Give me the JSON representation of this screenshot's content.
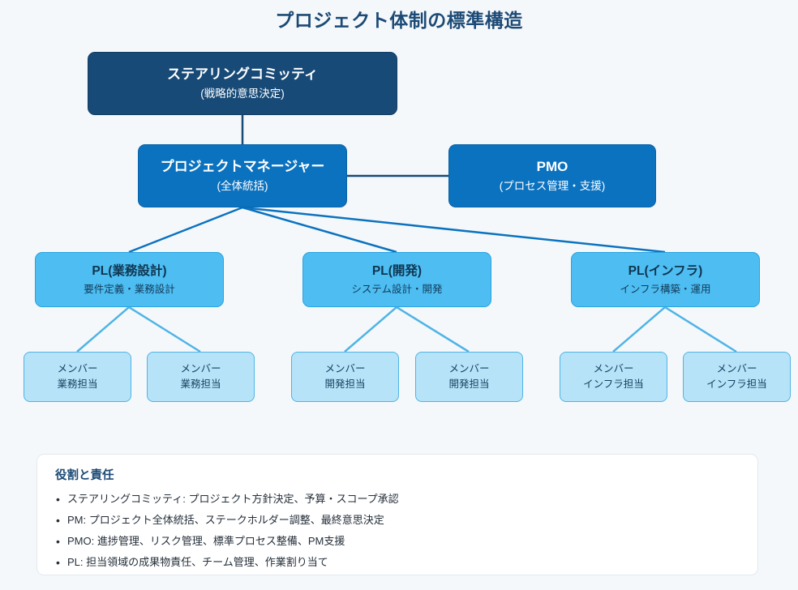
{
  "title": "プロジェクト体制の標準構造",
  "colors": {
    "page_background": "#f5f8fa",
    "title": "#1c4a76",
    "level1_fill": "#174a77",
    "level2_fill": "#0b72c0",
    "level3_fill": "#4dbdf2",
    "level4_fill": "#b6e3f8",
    "edge_dark": "#174a77",
    "edge_mid": "#0b72c0",
    "edge_light": "#4fb4e6",
    "card_background": "#ffffff"
  },
  "chart_data": {
    "type": "diagram",
    "title": "プロジェクト体制の標準構造",
    "nodes": [
      {
        "id": "steering",
        "level": 1,
        "title": "ステアリングコミッティ",
        "subtitle": "(戦略的意思決定)"
      },
      {
        "id": "pm",
        "level": 2,
        "title": "プロジェクトマネージャー",
        "subtitle": "(全体統括)"
      },
      {
        "id": "pmo",
        "level": 2,
        "title": "PMO",
        "subtitle": "(プロセス管理・支援)"
      },
      {
        "id": "pl_biz",
        "level": 3,
        "title": "PL(業務設計)",
        "subtitle": "要件定義・業務設計"
      },
      {
        "id": "pl_dev",
        "level": 3,
        "title": "PL(開発)",
        "subtitle": "システム設計・開発"
      },
      {
        "id": "pl_infra",
        "level": 3,
        "title": "PL(インフラ)",
        "subtitle": "インフラ構築・運用"
      },
      {
        "id": "m_biz_1",
        "level": 4,
        "title": "メンバー",
        "subtitle": "業務担当"
      },
      {
        "id": "m_biz_2",
        "level": 4,
        "title": "メンバー",
        "subtitle": "業務担当"
      },
      {
        "id": "m_dev_1",
        "level": 4,
        "title": "メンバー",
        "subtitle": "開発担当"
      },
      {
        "id": "m_dev_2",
        "level": 4,
        "title": "メンバー",
        "subtitle": "開発担当"
      },
      {
        "id": "m_inf_1",
        "level": 4,
        "title": "メンバー",
        "subtitle": "インフラ担当"
      },
      {
        "id": "m_inf_2",
        "level": 4,
        "title": "メンバー",
        "subtitle": "インフラ担当"
      }
    ],
    "edges": [
      {
        "from": "steering",
        "to": "pm"
      },
      {
        "from": "pm",
        "to": "pmo"
      },
      {
        "from": "pm",
        "to": "pl_biz"
      },
      {
        "from": "pm",
        "to": "pl_dev"
      },
      {
        "from": "pm",
        "to": "pl_infra"
      },
      {
        "from": "pl_biz",
        "to": "m_biz_1"
      },
      {
        "from": "pl_biz",
        "to": "m_biz_2"
      },
      {
        "from": "pl_dev",
        "to": "m_dev_1"
      },
      {
        "from": "pl_dev",
        "to": "m_dev_2"
      },
      {
        "from": "pl_infra",
        "to": "m_inf_1"
      },
      {
        "from": "pl_infra",
        "to": "m_inf_2"
      }
    ]
  },
  "nodes": {
    "steering": {
      "title": "ステアリングコミッティ",
      "subtitle": "(戦略的意思決定)"
    },
    "pm": {
      "title": "プロジェクトマネージャー",
      "subtitle": "(全体統括)"
    },
    "pmo": {
      "title": "PMO",
      "subtitle": "(プロセス管理・支援)"
    },
    "pl_biz": {
      "title": "PL(業務設計)",
      "subtitle": "要件定義・業務設計"
    },
    "pl_dev": {
      "title": "PL(開発)",
      "subtitle": "システム設計・開発"
    },
    "pl_infra": {
      "title": "PL(インフラ)",
      "subtitle": "インフラ構築・運用"
    },
    "m_biz_1": {
      "title": "メンバー",
      "subtitle": "業務担当"
    },
    "m_biz_2": {
      "title": "メンバー",
      "subtitle": "業務担当"
    },
    "m_dev_1": {
      "title": "メンバー",
      "subtitle": "開発担当"
    },
    "m_dev_2": {
      "title": "メンバー",
      "subtitle": "開発担当"
    },
    "m_inf_1": {
      "title": "メンバー",
      "subtitle": "インフラ担当"
    },
    "m_inf_2": {
      "title": "メンバー",
      "subtitle": "インフラ担当"
    }
  },
  "legend": {
    "title": "役割と責任",
    "items": [
      "ステアリングコミッティ: プロジェクト方針決定、予算・スコープ承認",
      "PM: プロジェクト全体統括、ステークホルダー調整、最終意思決定",
      "PMO: 進捗管理、リスク管理、標準プロセス整備、PM支援",
      "PL: 担当領域の成果物責任、チーム管理、作業割り当て"
    ]
  }
}
